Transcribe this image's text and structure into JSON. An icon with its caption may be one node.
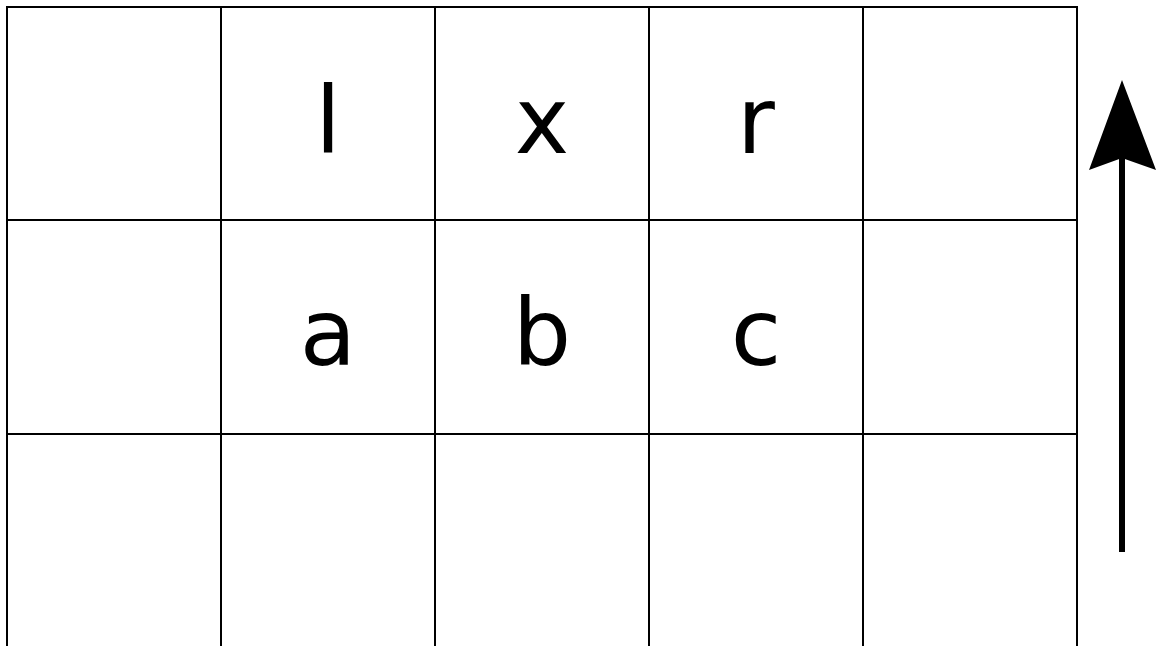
{
  "diagram": {
    "labels": [
      "l",
      "x",
      "r",
      "a",
      "b",
      "c"
    ]
  }
}
